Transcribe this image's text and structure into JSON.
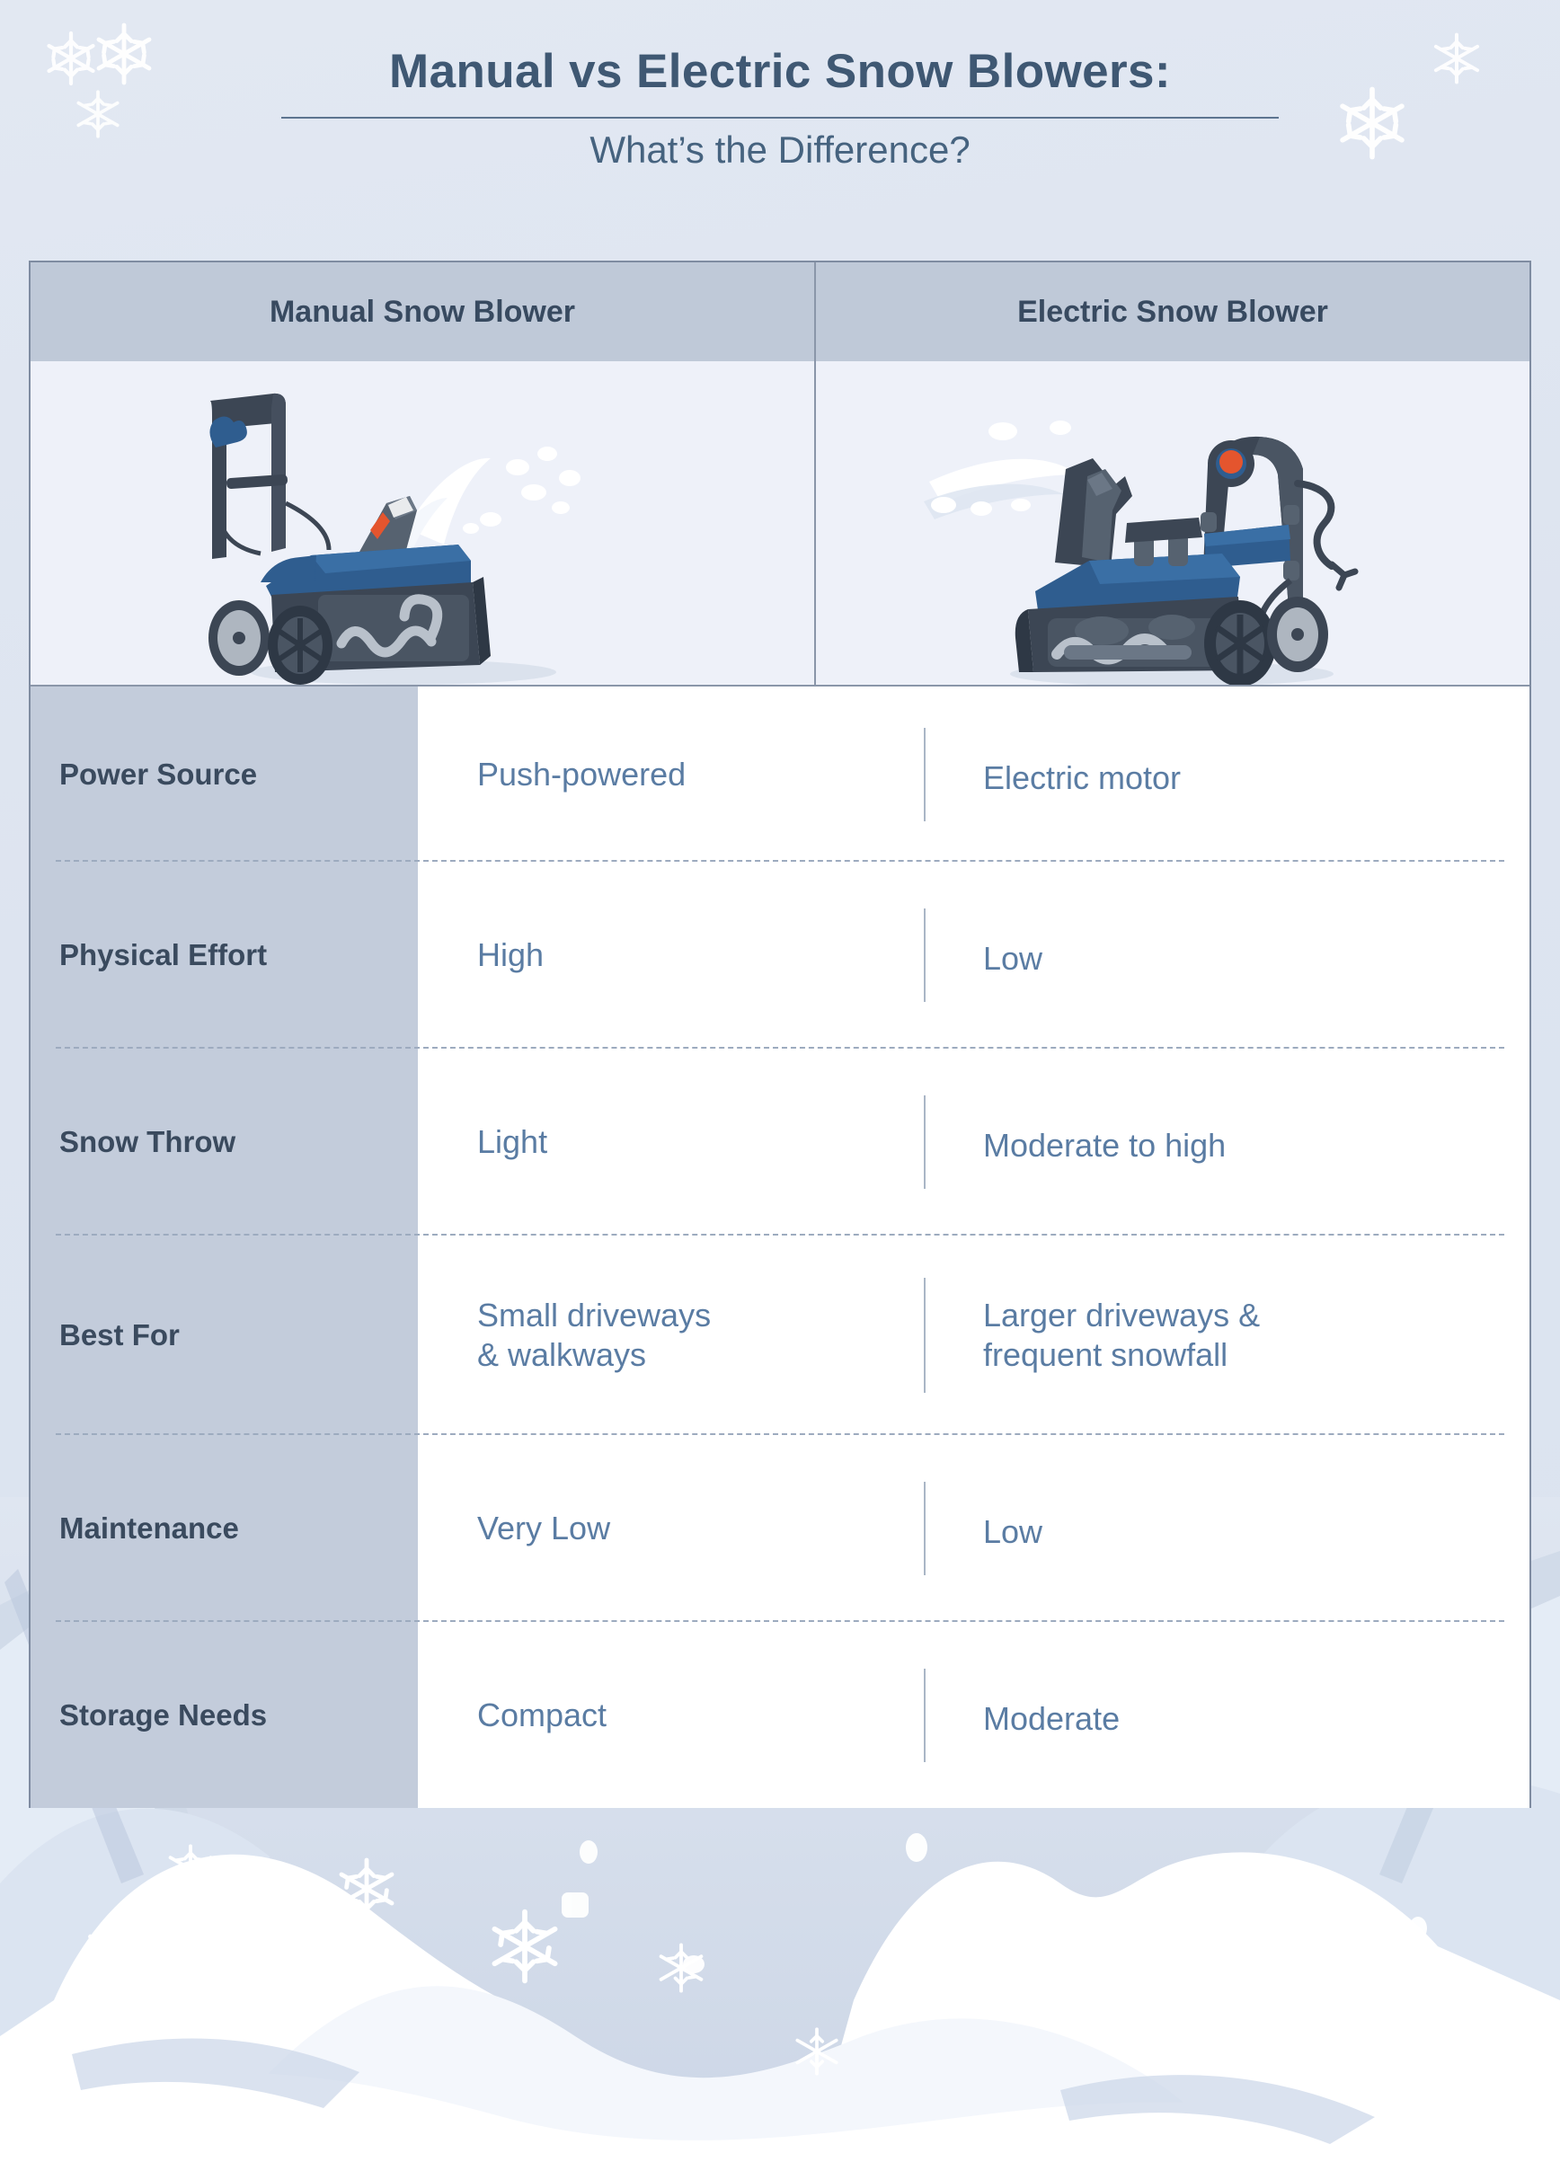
{
  "title": {
    "main": "Manual vs Electric Snow Blowers:",
    "sub": "What’s the Difference?"
  },
  "table": {
    "columns": [
      "Manual Snow Blower",
      "Electric Snow Blower"
    ],
    "images": {
      "manual_alt": "manual-snow-blower-illustration",
      "electric_alt": "electric-snow-blower-illustration"
    },
    "rows": [
      {
        "label": "Power Source",
        "manual": "Push-powered",
        "electric": "Electric motor"
      },
      {
        "label": "Physical Effort",
        "manual": "High",
        "electric": "Low"
      },
      {
        "label": "Snow Throw",
        "manual": "Light",
        "electric": "Moderate to high"
      },
      {
        "label": "Best For",
        "manual": "Small driveways\n& walkways",
        "electric": "Larger driveways &\nfrequent snowfall"
      },
      {
        "label": "Maintenance",
        "manual": "Very Low",
        "electric": "Low"
      },
      {
        "label": "Storage Needs",
        "manual": "Compact",
        "electric": "Moderate"
      }
    ]
  },
  "colors": {
    "page_bg": "#dfe6f1",
    "title_text": "#3f5873",
    "subtitle_text": "#46637f",
    "table_border": "#7f8ca1",
    "header_fill": "#bfc9d8",
    "label_fill": "#c3ccdb",
    "label_text": "#3a4a5e",
    "value_text": "#5a7ca3",
    "image_cell_fill": "#eef1f9",
    "divider": "#9dabbf",
    "snow_white": "#ffffff",
    "blower_blue": "#2f5d8f",
    "blower_dark": "#3c4654",
    "accent_red": "#e4552e"
  },
  "decor": {
    "snowflakes": "snowflake-icon",
    "count_top": 5,
    "count_bottom": 10
  }
}
